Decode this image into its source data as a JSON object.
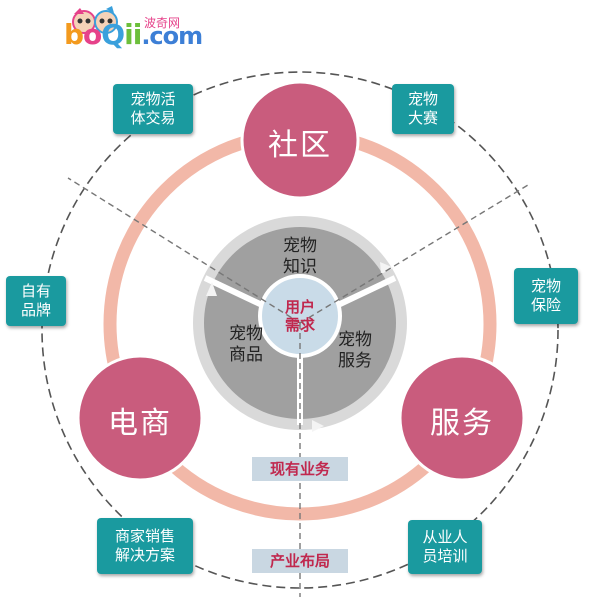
{
  "logo": {
    "letters": [
      "b",
      "o",
      "Q",
      "ii",
      ".com"
    ],
    "cn": "波奇网"
  },
  "center": {
    "label": "用户\n需求"
  },
  "segments": [
    {
      "label": "宠物\n知识"
    },
    {
      "label": "宠物\n商品"
    },
    {
      "label": "宠物\n服务"
    }
  ],
  "pillars": [
    {
      "label": "社区"
    },
    {
      "label": "电商"
    },
    {
      "label": "服务"
    }
  ],
  "boxes": [
    {
      "label": "宠物活\n体交易"
    },
    {
      "label": "宠物\n大赛"
    },
    {
      "label": "自有\n品牌"
    },
    {
      "label": "宠物\n保险"
    },
    {
      "label": "商家销售\n解决方案"
    },
    {
      "label": "从业人\n员培训"
    }
  ],
  "bands": {
    "current": "现有业务",
    "layout": "产业布局"
  },
  "colors": {
    "pillar": "#c95c7d",
    "ring": "#f2b8a8",
    "teal": "#1a9a9f",
    "gray": "#a0a0a0",
    "center": "#c9dbe8",
    "accent": "#c0284e"
  }
}
